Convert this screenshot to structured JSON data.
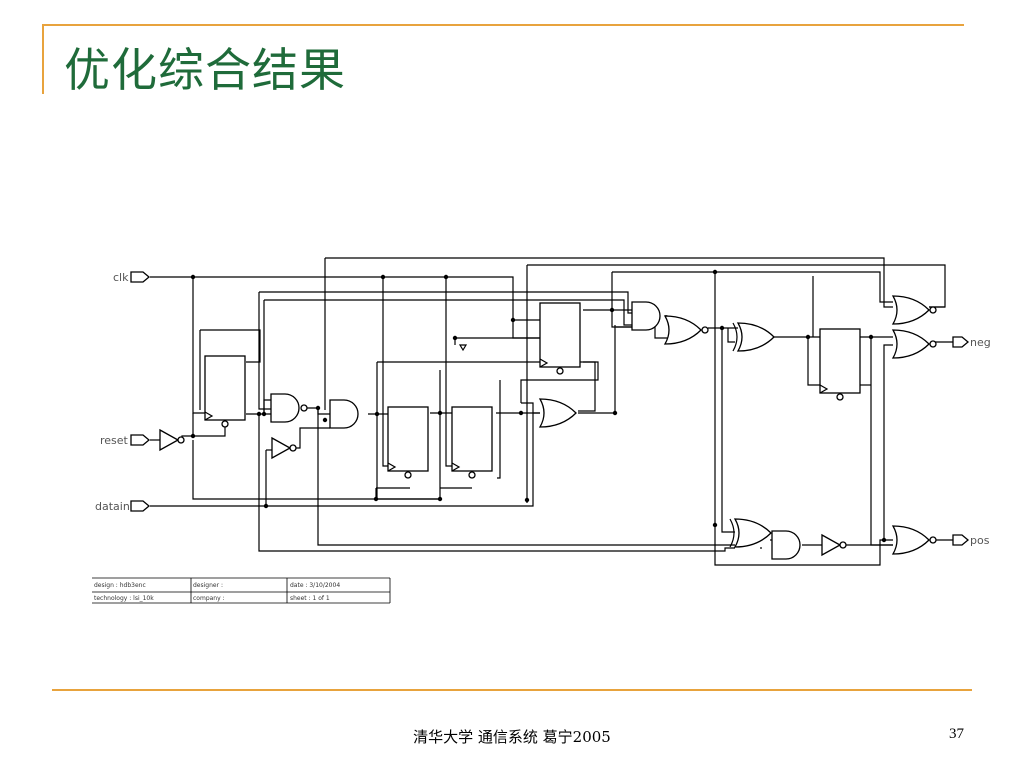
{
  "slide": {
    "title": "优化综合结果",
    "footer": "清华大学 通信系统 葛宁2005",
    "page_number": "37"
  },
  "schematic": {
    "ports": {
      "clk": "clk",
      "reset": "reset",
      "datain": "datain",
      "neg": "neg",
      "pos": "pos"
    },
    "title_block": {
      "design": "design :  hdb3enc",
      "designer": "designer :",
      "date": "date :  3/10/2004",
      "technology": "technology :  lsi_10k",
      "company": "company :",
      "sheet": "sheet :  1  of  1"
    }
  },
  "colors": {
    "accent": "#e8a33d",
    "title": "#1f6b3a"
  }
}
